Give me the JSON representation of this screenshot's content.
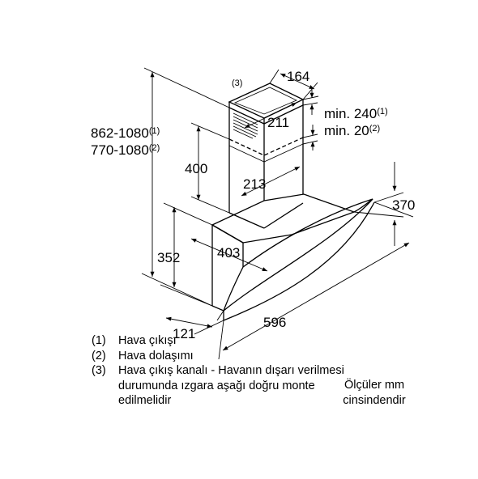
{
  "dimensions": {
    "d164": "164",
    "d211": "211",
    "d213": "213",
    "d400": "400",
    "d403": "403",
    "d352": "352",
    "d370": "370",
    "d596": "596",
    "d121": "121",
    "min240_text": "min. 240",
    "min240_sup": "(1)",
    "min20_text": "min. 20",
    "min20_sup": "(2)",
    "h1_text": "862-1080",
    "h1_sup": "(1)",
    "h2_text": "770-1080",
    "h2_sup": "(2)",
    "callout3": "(3)"
  },
  "legend": [
    {
      "num": "(1)",
      "text": "Hava çıkışı"
    },
    {
      "num": "(2)",
      "text": "Hava dolaşımı"
    },
    {
      "num": "(3)",
      "text": "Hava çıkış kanalı - Havanın dışarı verilmesi durumunda ızgara aşağı doğru monte edilmelidir"
    }
  ],
  "note": "Ölçüler mm cinsindendir",
  "colors": {
    "line": "#000000",
    "background": "#ffffff"
  }
}
